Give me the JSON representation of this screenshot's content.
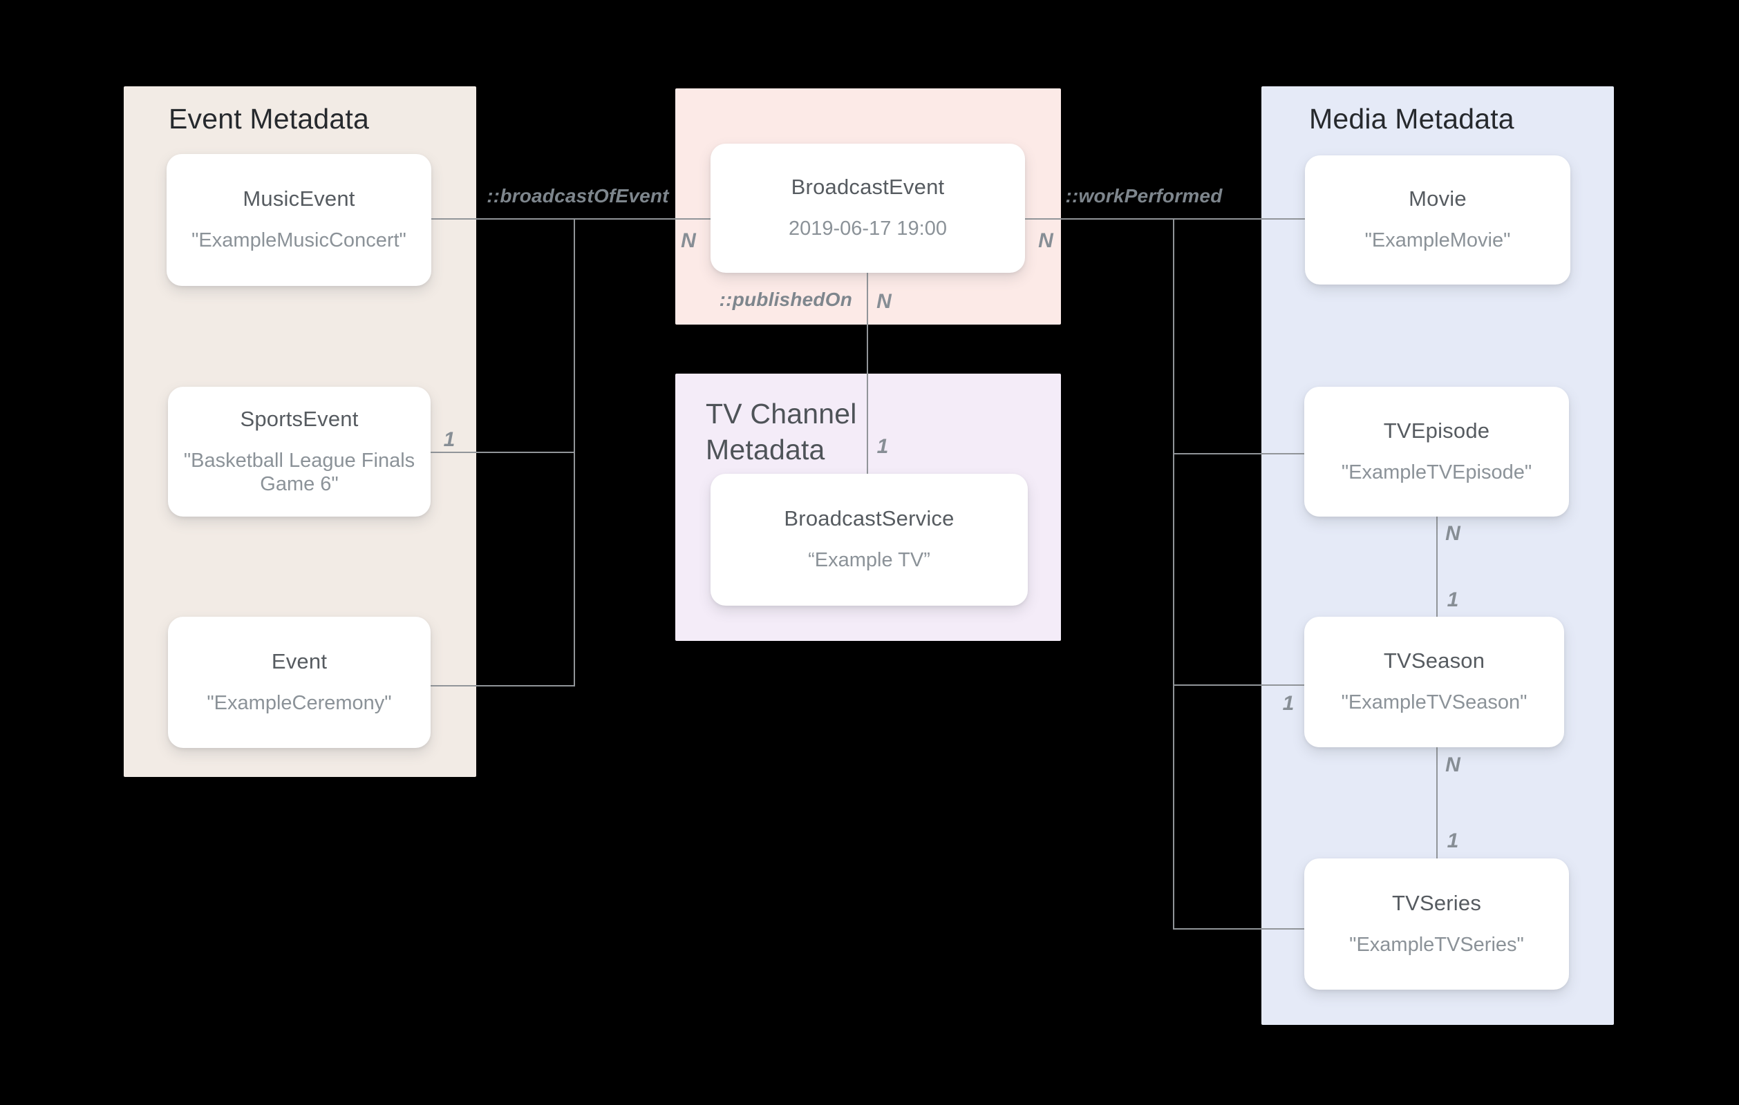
{
  "colors": {
    "background": "#000000",
    "event_panel": "#f2ebe5",
    "broadcast_panel": "#fceae7",
    "tv_channel_panel": "#f4ecf8",
    "media_panel": "#e5eaf7",
    "card_bg": "#ffffff",
    "line": "#919599",
    "panel_title_text": "#26292d",
    "card_title_text": "#565b60",
    "card_subtitle_text": "#8b9298"
  },
  "panels": {
    "event_metadata": {
      "title": "Event Metadata"
    },
    "tv_channel_metadata": {
      "title": "TV Channel Metadata"
    },
    "media_metadata": {
      "title": "Media Metadata"
    }
  },
  "cards": {
    "music_event": {
      "title": "MusicEvent",
      "subtitle": "\"ExampleMusicConcert\""
    },
    "sports_event": {
      "title": "SportsEvent",
      "subtitle": "\"Basketball League Finals Game 6\""
    },
    "event": {
      "title": "Event",
      "subtitle": "\"ExampleCeremony\""
    },
    "broadcast_event": {
      "title": "BroadcastEvent",
      "subtitle": "2019-06-17 19:00"
    },
    "broadcast_service": {
      "title": "BroadcastService",
      "subtitle": "“Example TV”"
    },
    "movie": {
      "title": "Movie",
      "subtitle": "\"ExampleMovie\""
    },
    "tv_episode": {
      "title": "TVEpisode",
      "subtitle": "\"ExampleTVEpisode\""
    },
    "tv_season": {
      "title": "TVSeason",
      "subtitle": "\"ExampleTVSeason\""
    },
    "tv_series": {
      "title": "TVSeries",
      "subtitle": "\"ExampleTVSeries\""
    }
  },
  "relations": {
    "broadcast_of_event": "::broadcastOfEvent",
    "work_performed": "::workPerformed",
    "published_on": "::publishedOn"
  },
  "cardinalities": {
    "broadcast_of_event_n": "N",
    "sports_event_1": "1",
    "work_performed_n": "N",
    "published_on_n": "N",
    "published_on_1": "1",
    "tv_season_1": "1",
    "episode_season_n": "N",
    "episode_season_1": "1",
    "season_series_n": "N",
    "season_series_1": "1"
  }
}
